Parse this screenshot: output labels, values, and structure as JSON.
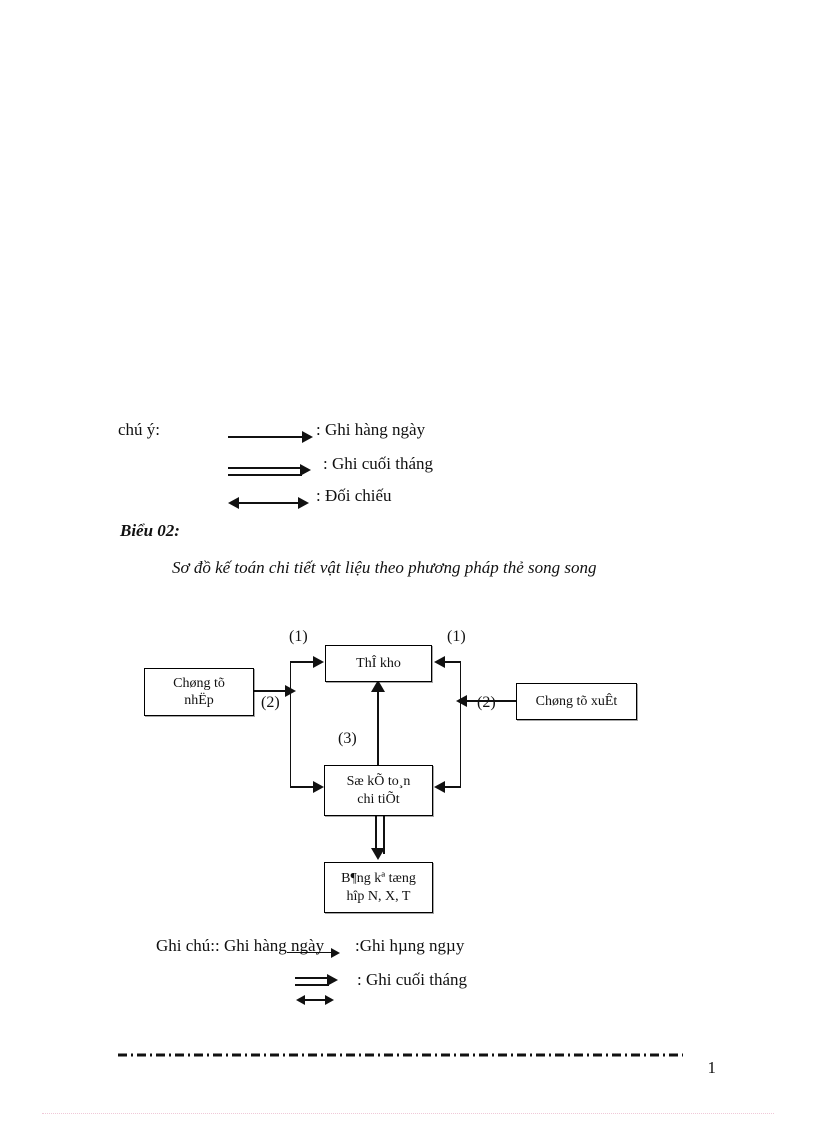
{
  "legend_top": {
    "label": "chú ý:",
    "items": [
      {
        "arrow": "single-arrow-right",
        "text": ": Ghi hàng ngày"
      },
      {
        "arrow": "double-arrow-right",
        "text": ": Ghi cuối tháng"
      },
      {
        "arrow": "double-headed-arrow",
        "text": ": Đối chiếu"
      }
    ]
  },
  "heading": {
    "label": "Biểu 02:",
    "title": "Sơ đồ kế toán chi tiết vật liệu theo phương pháp thẻ song song"
  },
  "diagram": {
    "nodes": {
      "chung_tu_nhap": {
        "line1": "Chøng tõ",
        "line2": "nhËp"
      },
      "the_kho": {
        "line1": "ThÎ kho"
      },
      "chung_tu_xuat": {
        "line1": "Chøng tõ xuÊt"
      },
      "so_ke_toan": {
        "line1": "Sæ kÕ to¸n",
        "line2": "chi tiÕt"
      },
      "bang_ke": {
        "line1": "B¶ng kª tæng",
        "line2": "hîp N, X, T"
      }
    },
    "step_labels": {
      "left_one": "(1)",
      "right_one": "(1)",
      "left_two": "(2)",
      "right_two": "(2)",
      "middle_three": "(3)"
    }
  },
  "legend_bottom": {
    "label": "Ghi chú:",
    "item1_text": ": Ghi hàng ngày",
    "item2_text": ":Ghi hµng ngµy",
    "item3_text": ": Ghi cuối tháng"
  },
  "footer": {
    "page_number": "1"
  },
  "colors": {
    "ink": "#111111",
    "paper": "#ffffff",
    "faint_rule": "#f0c8d8"
  }
}
